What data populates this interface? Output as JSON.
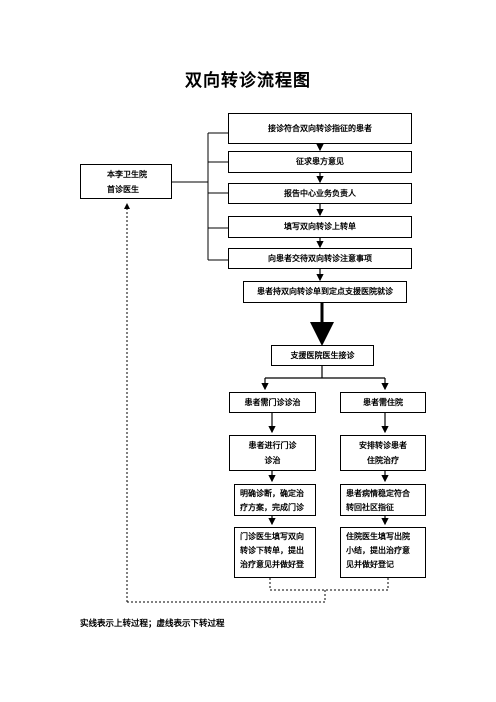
{
  "title": "双向转诊流程图",
  "nodes": {
    "origin": "本李卫生院\n首诊医生",
    "step1": "接诊符合双向转诊指征的患者",
    "step2": "征求患方意见",
    "step3": "报告中心业务负责人",
    "step4": "填写双向转诊上转单",
    "step5": "向患者交待双向转诊注意事项",
    "step6": "患者持双向转诊单到定点支援医院就诊",
    "step7": "支援医院医生接诊",
    "outpatient": "患者需门诊诊治",
    "inpatient": "患者需住院",
    "outpatient_treat": "患者进行门诊\n诊治",
    "inpatient_treat": "安排转诊患者\n住院治疗",
    "outpatient_diag": "明确诊断，确定治\n疗方案，完成门诊",
    "inpatient_stable": "患者病情稳定符合\n转回社区指征",
    "outpatient_form": "门诊医生填写双向\n转诊下转单，提出\n治疗意见并做好登",
    "inpatient_form": "住院医生填写出院\n小结，提出治疗意\n见并做好登记"
  },
  "footnote": "实线表示上转过程；虚线表示下转过程"
}
